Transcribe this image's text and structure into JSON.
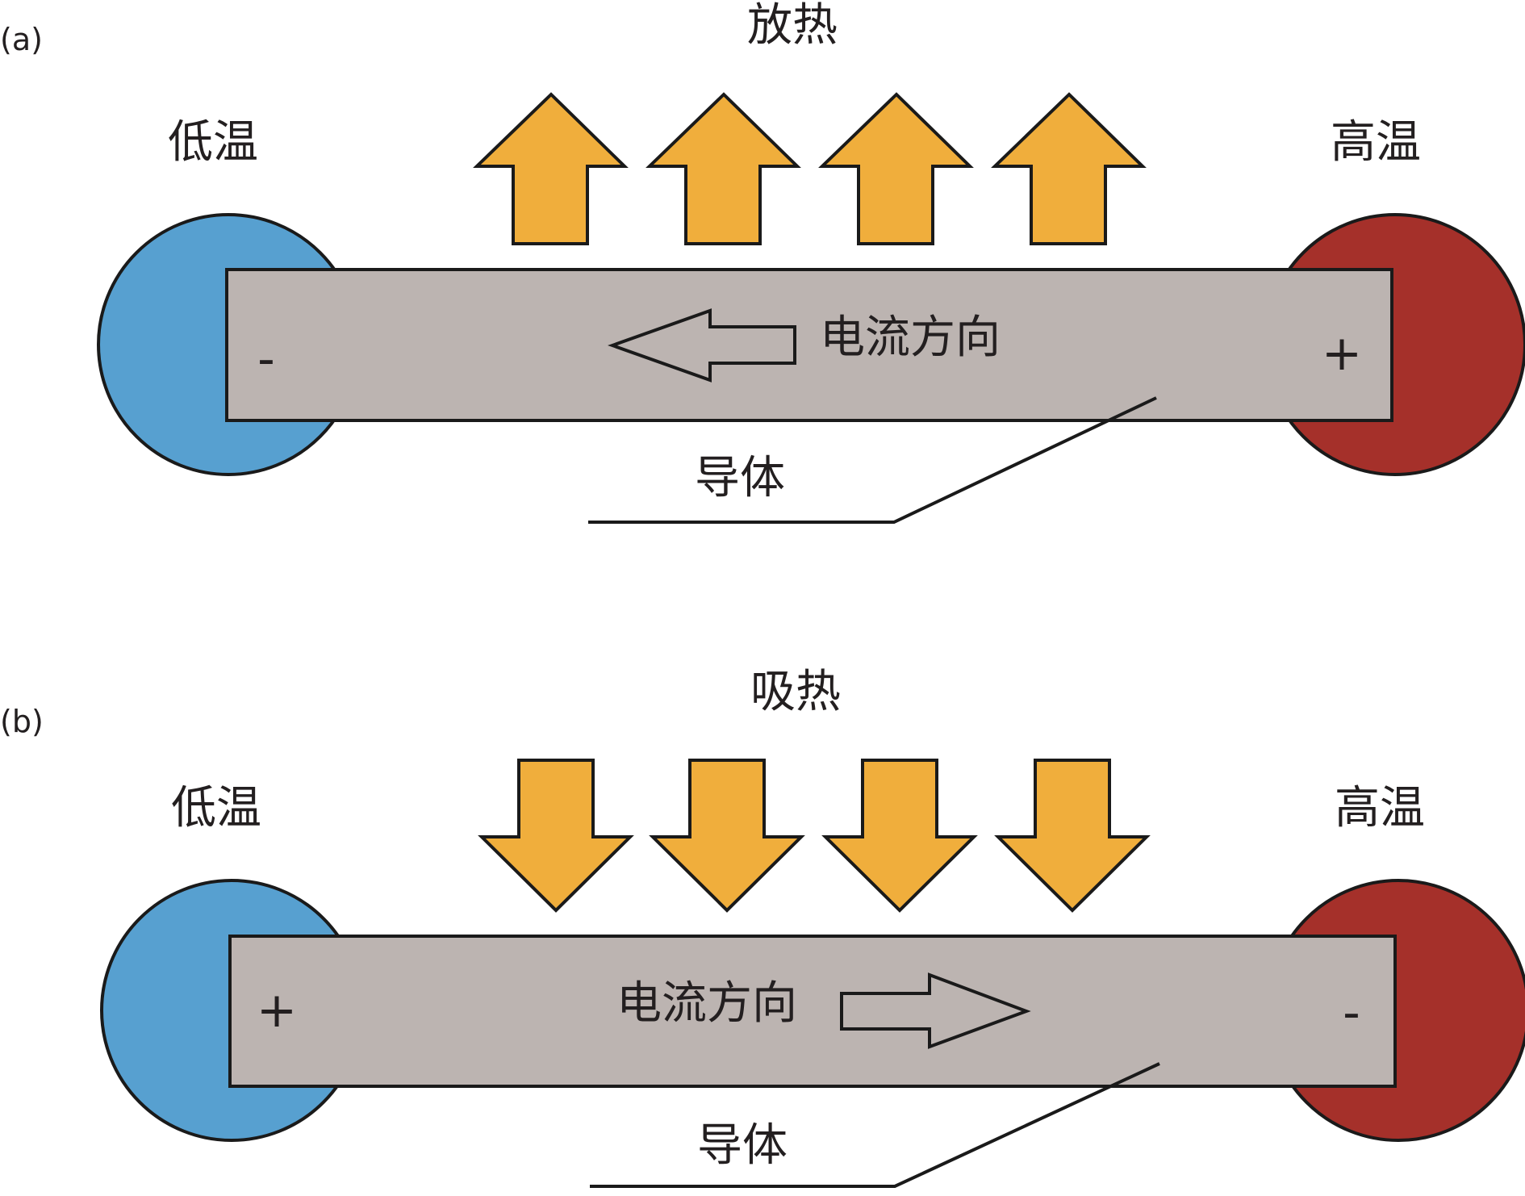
{
  "colors": {
    "cold": "#57a0d0",
    "hot": "#a5302a",
    "conductor": "#bcb4b1",
    "heat_arrow": "#f0ae3c",
    "outline": "#1a1a1a",
    "text": "#231f20"
  },
  "panels": [
    {
      "label": "(a)",
      "heat_label": "放热",
      "heat_direction": "up",
      "heat_arrow_count": 4,
      "cold_label": "低温",
      "hot_label": "高温",
      "left_sign": "-",
      "right_sign": "+",
      "current_label": "电流方向",
      "current_direction": "left",
      "conductor_label": "导体"
    },
    {
      "label": "(b)",
      "heat_label": "吸热",
      "heat_direction": "down",
      "heat_arrow_count": 4,
      "cold_label": "低温",
      "hot_label": "高温",
      "left_sign": "+",
      "right_sign": "-",
      "current_label": "电流方向",
      "current_direction": "right",
      "conductor_label": "导体"
    }
  ]
}
